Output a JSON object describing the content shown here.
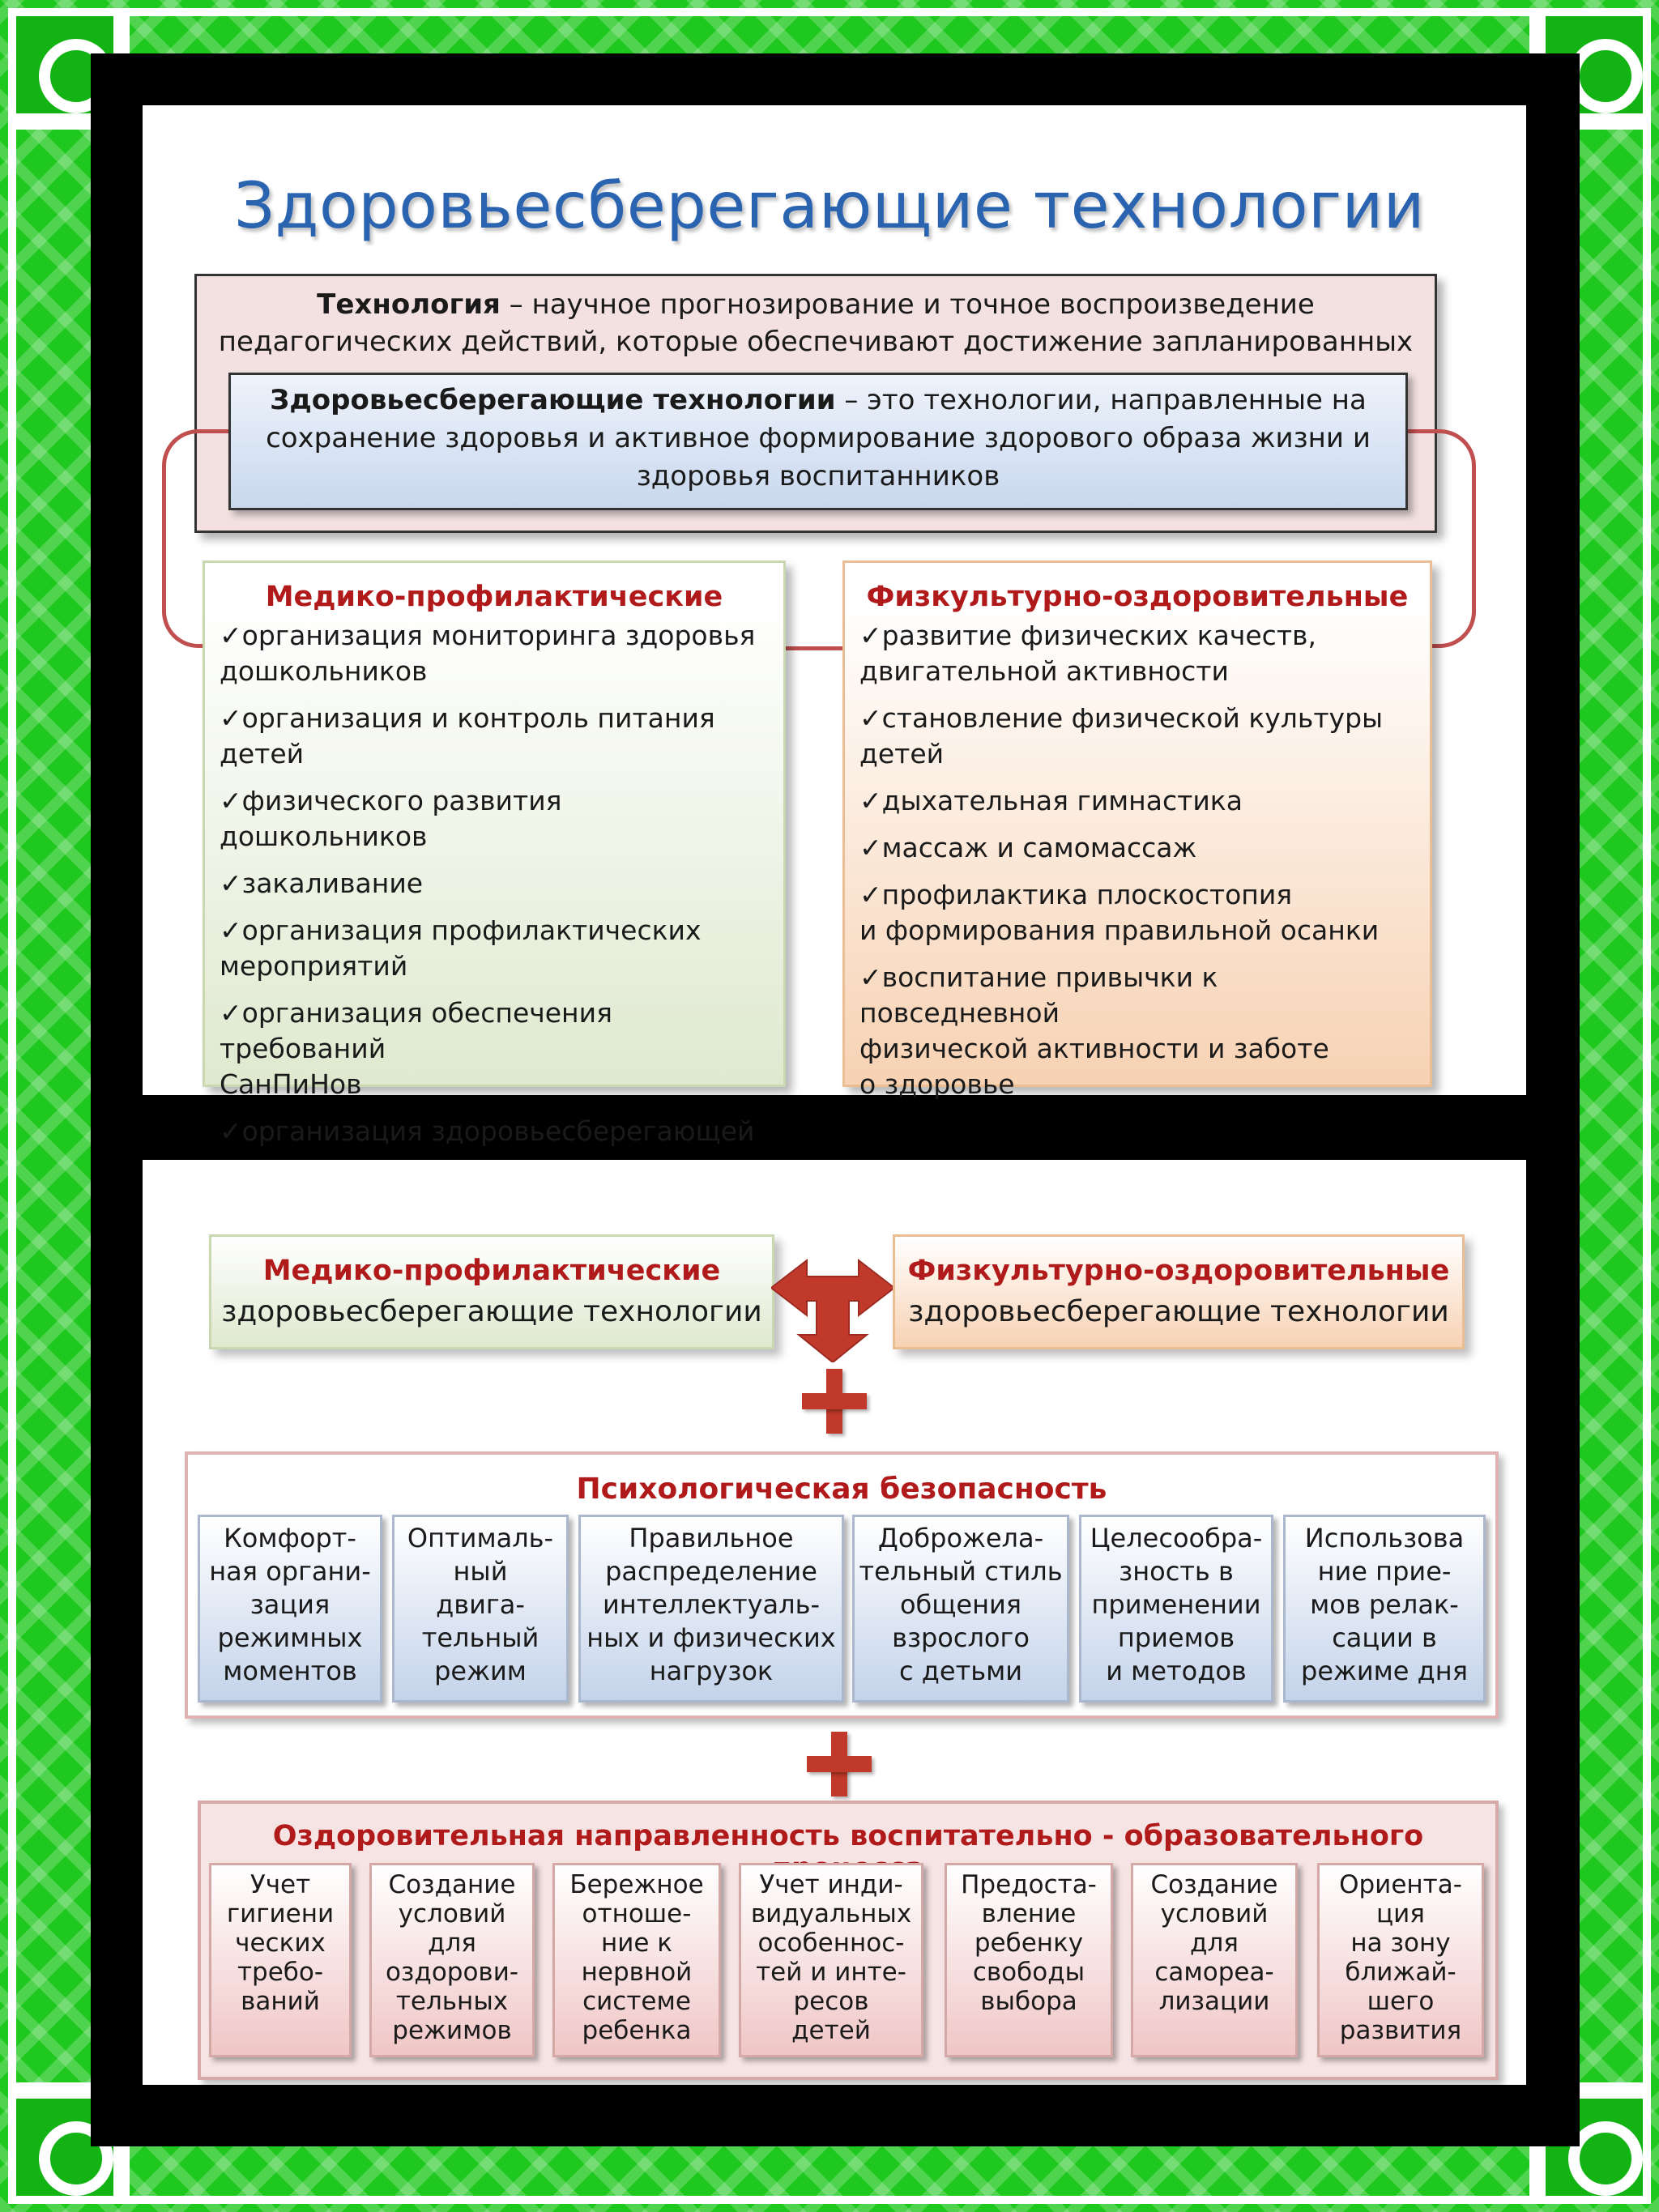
{
  "title": "Здоровьесберегающие технологии",
  "definitions": {
    "technology": {
      "term": "Технология",
      "text": " – научное прогнозирование и точное воспроизведение педагогических действий, которые обеспечивают достижение запланированных результатов"
    },
    "health_tech": {
      "term": "Здоровьесберегающие технологии",
      "text": "  – это технологии, направленные на сохранение здоровья и активное формирование здорового образа жизни и здоровья воспитанников"
    }
  },
  "medical": {
    "title": "Медико-профилактические",
    "items": [
      "✓организация мониторинга здоровья\n   дошкольников",
      "✓организация и контроль питания детей",
      "✓физического развития дошкольников",
      "✓закаливание",
      "✓организация профилактических\n   мероприятий",
      "✓организация обеспечения требований\n   СанПиНов",
      "✓организация здоровьесберегающей\n   среды"
    ]
  },
  "physical": {
    "title": "Физкультурно-оздоровительные",
    "items": [
      "✓развитие физических качеств,\n   двигательной активности",
      "✓становление физической культуры\n   детей",
      "✓дыхательная гимнастика",
      "✓массаж и самомассаж",
      "✓профилактика плоскостопия\n   и формирования правильной осанки",
      "✓воспитание привычки к повседневной\n   физической активности и заботе\n   о здоровье"
    ]
  },
  "summary": {
    "medical_title": "Медико-профилактические",
    "medical_sub": "здоровьесберегающие технологии",
    "physical_title": "Физкультурно-оздоровительные",
    "physical_sub": "здоровьесберегающие технологии"
  },
  "psychological": {
    "title": "Психологическая безопасность",
    "items": [
      "Комфорт-\nная органи-\nзация\nрежимных\nмоментов",
      "Оптималь-\nный\nдвига-\nтельный\nрежим",
      "Правильное\nраспределение\nинтеллектуаль-\nных и физических\nнагрузок",
      "Доброжела-\nтельный стиль\nобщения\nвзрослого\nс детьми",
      "Целесообра-\nзность  в\nприменении\nприемов\nи методов",
      "Использова\nние прие-\nмов релак-\nсации в\nрежиме дня"
    ]
  },
  "health_process": {
    "title": "Оздоровительная направленность воспитательно - образовательного процесса",
    "items": [
      "Учет\nгигиени\nческих\nтребо-\nваний",
      "Создание\nусловий\nдля\nоздорови-\nтельных\nрежимов",
      "Бережное\nотноше-\nние к\nнервной\nсистеме\nребенка",
      "Учет инди-\nвидуальных\nособеннос-\nтей и инте-\nресов\nдетей",
      "Предоста-\nвление\nребенку\nсвободы\nвыбора",
      "Создание\nусловий\nдля\nсамореа-\nлизации",
      "Ориента-\nция\nна зону\nближай-\nшего\nразвития"
    ]
  },
  "colors": {
    "frame_green": "#1fc81f",
    "title_blue": "#2a63b0",
    "heading_red": "#b11a1a"
  }
}
